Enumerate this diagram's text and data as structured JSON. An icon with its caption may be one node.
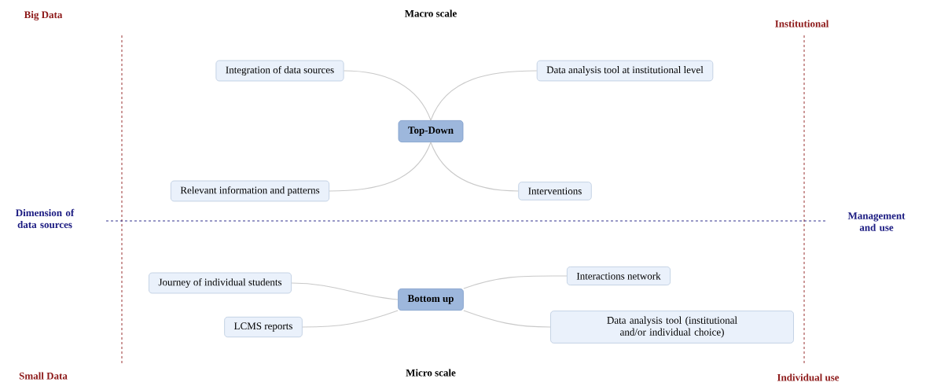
{
  "diagram": {
    "nodes": [
      {
        "text": [
          "Top-Down"
        ]
      },
      {
        "text": [
          "Integration of data sources"
        ]
      },
      {
        "text": [
          "Data analysis tool at institutional level"
        ]
      },
      {
        "text": [
          "Relevant information and patterns"
        ]
      },
      {
        "text": [
          "Interventions"
        ]
      },
      {
        "text": [
          "Bottom up"
        ]
      },
      {
        "text": [
          "Journey of individual students"
        ]
      },
      {
        "text": [
          "Interactions network"
        ]
      },
      {
        "text": [
          "LCMS reports"
        ]
      },
      {
        "text": [
          "Data analysis tool (institutional and/or individual choice)"
        ]
      }
    ],
    "edges": [
      {
        "from": 0,
        "to": 1,
        "arrow": "none"
      },
      {
        "from": 0,
        "to": 2,
        "arrow": "none"
      },
      {
        "from": 0,
        "to": 3,
        "arrow": "none"
      },
      {
        "from": 0,
        "to": 4,
        "arrow": "none"
      },
      {
        "from": 5,
        "to": 6,
        "arrow": "none"
      },
      {
        "from": 5,
        "to": 7,
        "arrow": "none"
      },
      {
        "from": 5,
        "to": 8,
        "arrow": "none"
      },
      {
        "from": 5,
        "to": 9,
        "arrow": "none"
      }
    ],
    "labels": [
      "Big Data",
      "Macro scale",
      "Institutional",
      "Dimension of data sources",
      "Management and use",
      "Small Data",
      "Micro scale",
      "Individual use"
    ]
  }
}
